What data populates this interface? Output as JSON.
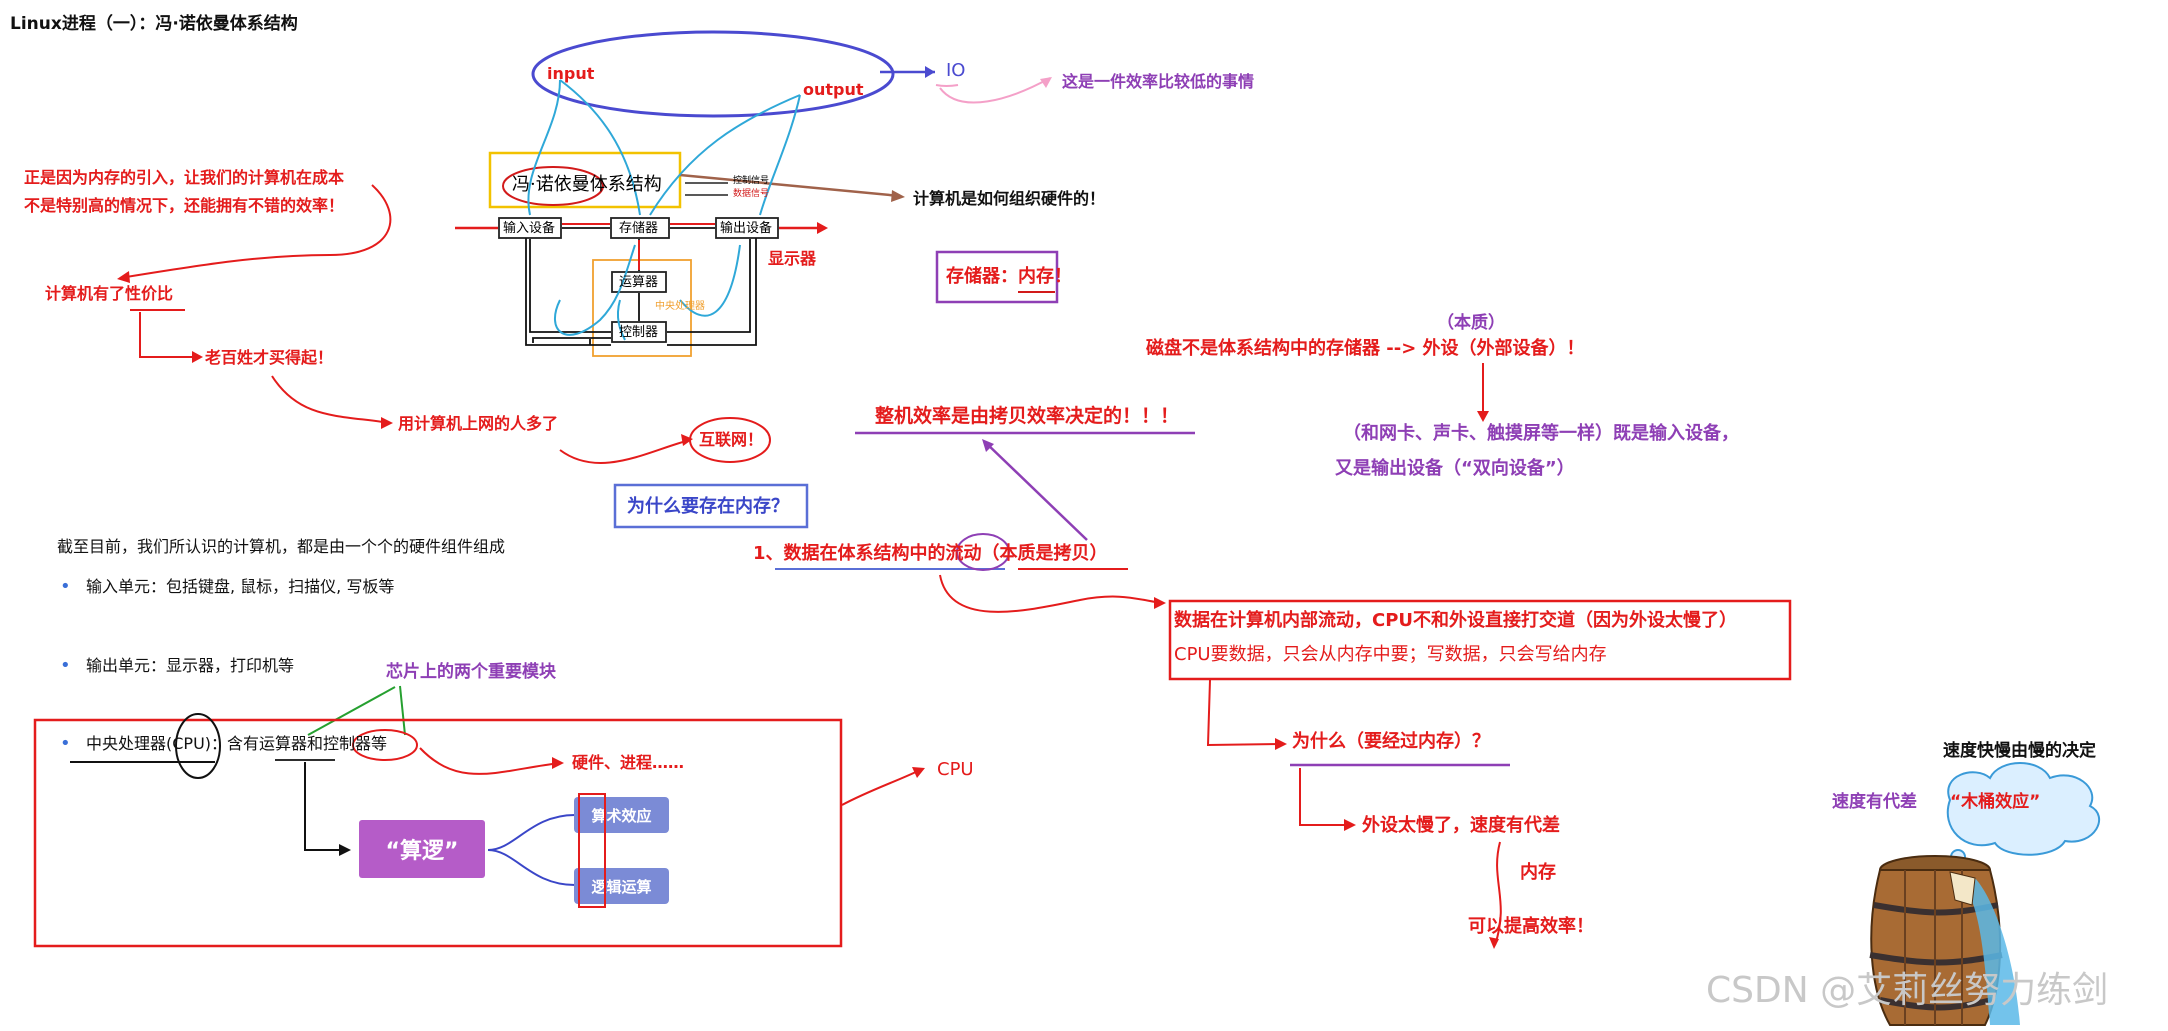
{
  "title": "Linux进程（一）：冯·诺依曼体系结构",
  "watermark": "CSDN @艾莉丝努力练剑",
  "diagram": {
    "title": "冯·诺依曼体系结构",
    "signal_control": "控制信号",
    "signal_data": "数据信号",
    "input_device": "输入设备",
    "memory": "存储器",
    "output_device": "输出设备",
    "alu": "运算器",
    "cpu_label": "中央处理器",
    "controller": "控制器"
  },
  "labels": {
    "input": "input",
    "output": "output",
    "io": "IO",
    "low_efficiency": "这是一件效率比较低的事情",
    "how_organize": "计算机是如何组织硬件的！",
    "display": "显示器",
    "memory_is_ram": "存储器：内存！",
    "intro_line1": "正是因为内存的引入，让我们的计算机在成本",
    "intro_line2": "不是特别高的情况下，还能拥有不错的效率！",
    "cost_perf": "计算机有了性价比",
    "affordable": "老百姓才买得起！",
    "more_users": "用计算机上网的人多了",
    "internet": "互联网！",
    "essence": "（本质）",
    "disk_line": "磁盘不是体系结构中的存储器 -->  外设（外部设备）！",
    "bidir_line1": "（和网卡、声卡、触摸屏等一样）既是输入设备，",
    "bidir_line2": "又是输出设备（“双向设备”）",
    "efficiency_copy": "整机效率是由拷贝效率决定的！！！",
    "why_memory": "为什么要存在内存？",
    "flow_point": "1、数据在体系结构中的流动（本质是拷贝）",
    "data_flow1": "数据在计算机内部流动，CPU不和外设直接打交道（因为外设太慢了）",
    "data_flow2": "CPU要数据，只会从内存中要；写数据，只会写给内存",
    "why_via_memory": "为什么（要经过内存）？",
    "peripheral_slow": "外设太慢了，速度有代差",
    "memory_word": "内存",
    "improve_eff": "可以提高效率！",
    "barrel_title": "速度快慢由慢的决定",
    "speed_gap": "速度有代差",
    "barrel_effect": "“木桶效应”",
    "chip_modules": "芯片上的两个重要模块",
    "hw_process": "硬件、进程……",
    "cpu": "CPU",
    "suanluo": "“算逻”",
    "arith": "算术效应",
    "logic": "逻辑运算"
  },
  "notes": {
    "intro": "截至目前，我们所认识的计算机，都是由一个个的硬件组件组成",
    "bullets": [
      "输入单元：包括键盘, 鼠标，扫描仪, 写板等",
      "输出单元：显示器，打印机等",
      "中央处理器(CPU)：含有运算器和控制器等"
    ]
  },
  "colors": {
    "red": "#e41c1c",
    "purple": "#8e3fb5",
    "blue_box": "#5a6fd6",
    "node_purple": "#b55cc8",
    "node_blue": "#7b8bd6",
    "orange": "#f0a030",
    "cyan": "#2fa8d8"
  }
}
